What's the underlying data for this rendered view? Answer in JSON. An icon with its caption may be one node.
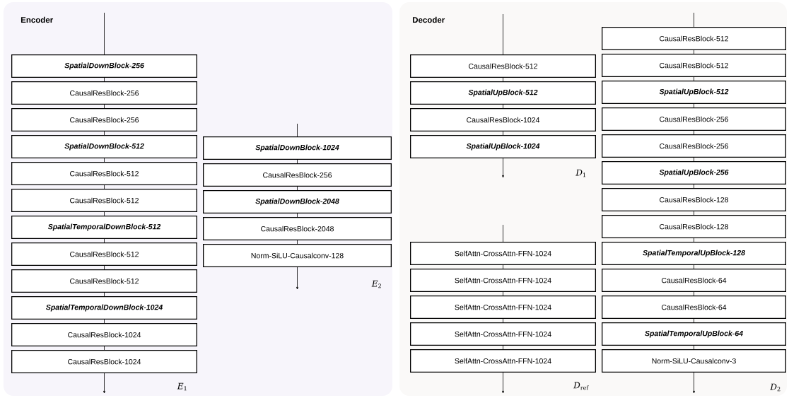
{
  "diagram": {
    "nodes": [
      {
        "text": [
          "Encoder"
        ]
      },
      {
        "text": [
          "SpatialDownBlock-256"
        ],
        "in": 0
      },
      {
        "text": [
          "CausalResBlock-256"
        ],
        "in": 0
      },
      {
        "text": [
          "CausalResBlock-256"
        ],
        "in": 0
      },
      {
        "text": [
          "SpatialDownBlock-512"
        ],
        "in": 0
      },
      {
        "text": [
          "CausalResBlock-512"
        ],
        "in": 0
      },
      {
        "text": [
          "CausalResBlock-512"
        ],
        "in": 0
      },
      {
        "text": [
          "SpatialTemporalDownBlock-512"
        ],
        "in": 0
      },
      {
        "text": [
          "CausalResBlock-512"
        ],
        "in": 0
      },
      {
        "text": [
          "CausalResBlock-512"
        ],
        "in": 0
      },
      {
        "text": [
          "SpatialTemporalDownBlock-1024"
        ],
        "in": 0
      },
      {
        "text": [
          "CausalResBlock-1024"
        ],
        "in": 0
      },
      {
        "text": [
          "CausalResBlock-1024"
        ],
        "in": 0
      },
      {
        "text": [
          "SpatialDownBlock-1024"
        ],
        "in": 0
      },
      {
        "text": [
          "CausalResBlock-256"
        ],
        "in": 0
      },
      {
        "text": [
          "SpatialDownBlock-2048"
        ],
        "in": 0
      },
      {
        "text": [
          "CausalResBlock-2048"
        ],
        "in": 0
      },
      {
        "text": [
          "Norm-SiLU-Causalconv-128"
        ],
        "in": 0
      },
      {
        "text": [
          "Decoder"
        ]
      },
      {
        "text": [
          "CausalResBlock-512"
        ],
        "in": 18
      },
      {
        "text": [
          "SpatialUpBlock-512"
        ],
        "in": 18
      },
      {
        "text": [
          "CausalResBlock-1024"
        ],
        "in": 18
      },
      {
        "text": [
          "SpatialUpBlock-1024"
        ],
        "in": 18
      },
      {
        "text": [
          "SelfAttn-CrossAttn-FFN-1024"
        ],
        "in": 18
      },
      {
        "text": [
          "SelfAttn-CrossAttn-FFN-1024"
        ],
        "in": 18
      },
      {
        "text": [
          "SelfAttn-CrossAttn-FFN-1024"
        ],
        "in": 18
      },
      {
        "text": [
          "SelfAttn-CrossAttn-FFN-1024"
        ],
        "in": 18
      },
      {
        "text": [
          "SelfAttn-CrossAttn-FFN-1024"
        ],
        "in": 18
      },
      {
        "text": [
          "CausalResBlock-512"
        ],
        "in": 18
      },
      {
        "text": [
          "CausalResBlock-512"
        ],
        "in": 18
      },
      {
        "text": [
          "SpatialUpBlock-512"
        ],
        "in": 18
      },
      {
        "text": [
          "CausalResBlock-256"
        ],
        "in": 18
      },
      {
        "text": [
          "CausalResBlock-256"
        ],
        "in": 18
      },
      {
        "text": [
          "SpatialUpBlock-256"
        ],
        "in": 18
      },
      {
        "text": [
          "CausalResBlock-128"
        ],
        "in": 18
      },
      {
        "text": [
          "CausalResBlock-128"
        ],
        "in": 18
      },
      {
        "text": [
          "SpatialTemporalUpBlock-128"
        ],
        "in": 18
      },
      {
        "text": [
          "CausalResBlock-64"
        ],
        "in": 18
      },
      {
        "text": [
          "CausalResBlock-64"
        ],
        "in": 18
      },
      {
        "text": [
          "SpatialTemporalUpBlock-64"
        ],
        "in": 18
      },
      {
        "text": [
          "Norm-SiLU-Causalconv-3"
        ],
        "in": 18
      }
    ],
    "edges": [
      {
        "from": null,
        "to": 1,
        "arrow": "none"
      },
      {
        "from": 1,
        "to": 2,
        "arrow": "none"
      },
      {
        "from": 2,
        "to": 3,
        "arrow": "none"
      },
      {
        "from": 3,
        "to": 4,
        "arrow": "none"
      },
      {
        "from": 4,
        "to": 5,
        "arrow": "none"
      },
      {
        "from": 5,
        "to": 6,
        "arrow": "none"
      },
      {
        "from": 6,
        "to": 7,
        "arrow": "none"
      },
      {
        "from": 7,
        "to": 8,
        "arrow": "none"
      },
      {
        "from": 8,
        "to": 9,
        "arrow": "none"
      },
      {
        "from": 9,
        "to": 10,
        "arrow": "none"
      },
      {
        "from": 10,
        "to": 11,
        "arrow": "none"
      },
      {
        "from": 11,
        "to": 12,
        "arrow": "none"
      },
      {
        "from": 12,
        "to": null,
        "arrow": "to"
      },
      {
        "from": null,
        "to": 13,
        "arrow": "none"
      },
      {
        "from": 13,
        "to": 14,
        "arrow": "none"
      },
      {
        "from": 14,
        "to": 15,
        "arrow": "none"
      },
      {
        "from": 15,
        "to": 16,
        "arrow": "none"
      },
      {
        "from": 16,
        "to": 17,
        "arrow": "none"
      },
      {
        "from": 17,
        "to": null,
        "arrow": "to"
      },
      {
        "from": null,
        "to": 19,
        "arrow": "none"
      },
      {
        "from": 19,
        "to": 20,
        "arrow": "none"
      },
      {
        "from": 20,
        "to": 21,
        "arrow": "none"
      },
      {
        "from": 21,
        "to": 22,
        "arrow": "none"
      },
      {
        "from": 22,
        "to": null,
        "arrow": "to"
      },
      {
        "from": null,
        "to": 23,
        "arrow": "none"
      },
      {
        "from": 23,
        "to": 24,
        "arrow": "none"
      },
      {
        "from": 24,
        "to": 25,
        "arrow": "none"
      },
      {
        "from": 25,
        "to": 26,
        "arrow": "none"
      },
      {
        "from": 26,
        "to": 27,
        "arrow": "none"
      },
      {
        "from": 27,
        "to": null,
        "arrow": "to"
      },
      {
        "from": null,
        "to": 28,
        "arrow": "none"
      },
      {
        "from": 28,
        "to": 29,
        "arrow": "none"
      },
      {
        "from": 29,
        "to": 30,
        "arrow": "none"
      },
      {
        "from": 30,
        "to": 31,
        "arrow": "none"
      },
      {
        "from": 31,
        "to": 32,
        "arrow": "none"
      },
      {
        "from": 32,
        "to": 33,
        "arrow": "none"
      },
      {
        "from": 33,
        "to": 34,
        "arrow": "none"
      },
      {
        "from": 34,
        "to": 35,
        "arrow": "none"
      },
      {
        "from": 35,
        "to": 36,
        "arrow": "none"
      },
      {
        "from": 36,
        "to": 37,
        "arrow": "none"
      },
      {
        "from": 37,
        "to": 38,
        "arrow": "none"
      },
      {
        "from": 38,
        "to": 39,
        "arrow": "none"
      },
      {
        "from": 39,
        "to": 40,
        "arrow": "none"
      },
      {
        "from": 40,
        "to": null,
        "arrow": "to"
      }
    ],
    "labels": [
      "*E*$_{1}$",
      "*E*$_{2}$",
      "*D*$_{1}$",
      "*D*$_{ref}$",
      "*D*$_{2}$"
    ]
  }
}
